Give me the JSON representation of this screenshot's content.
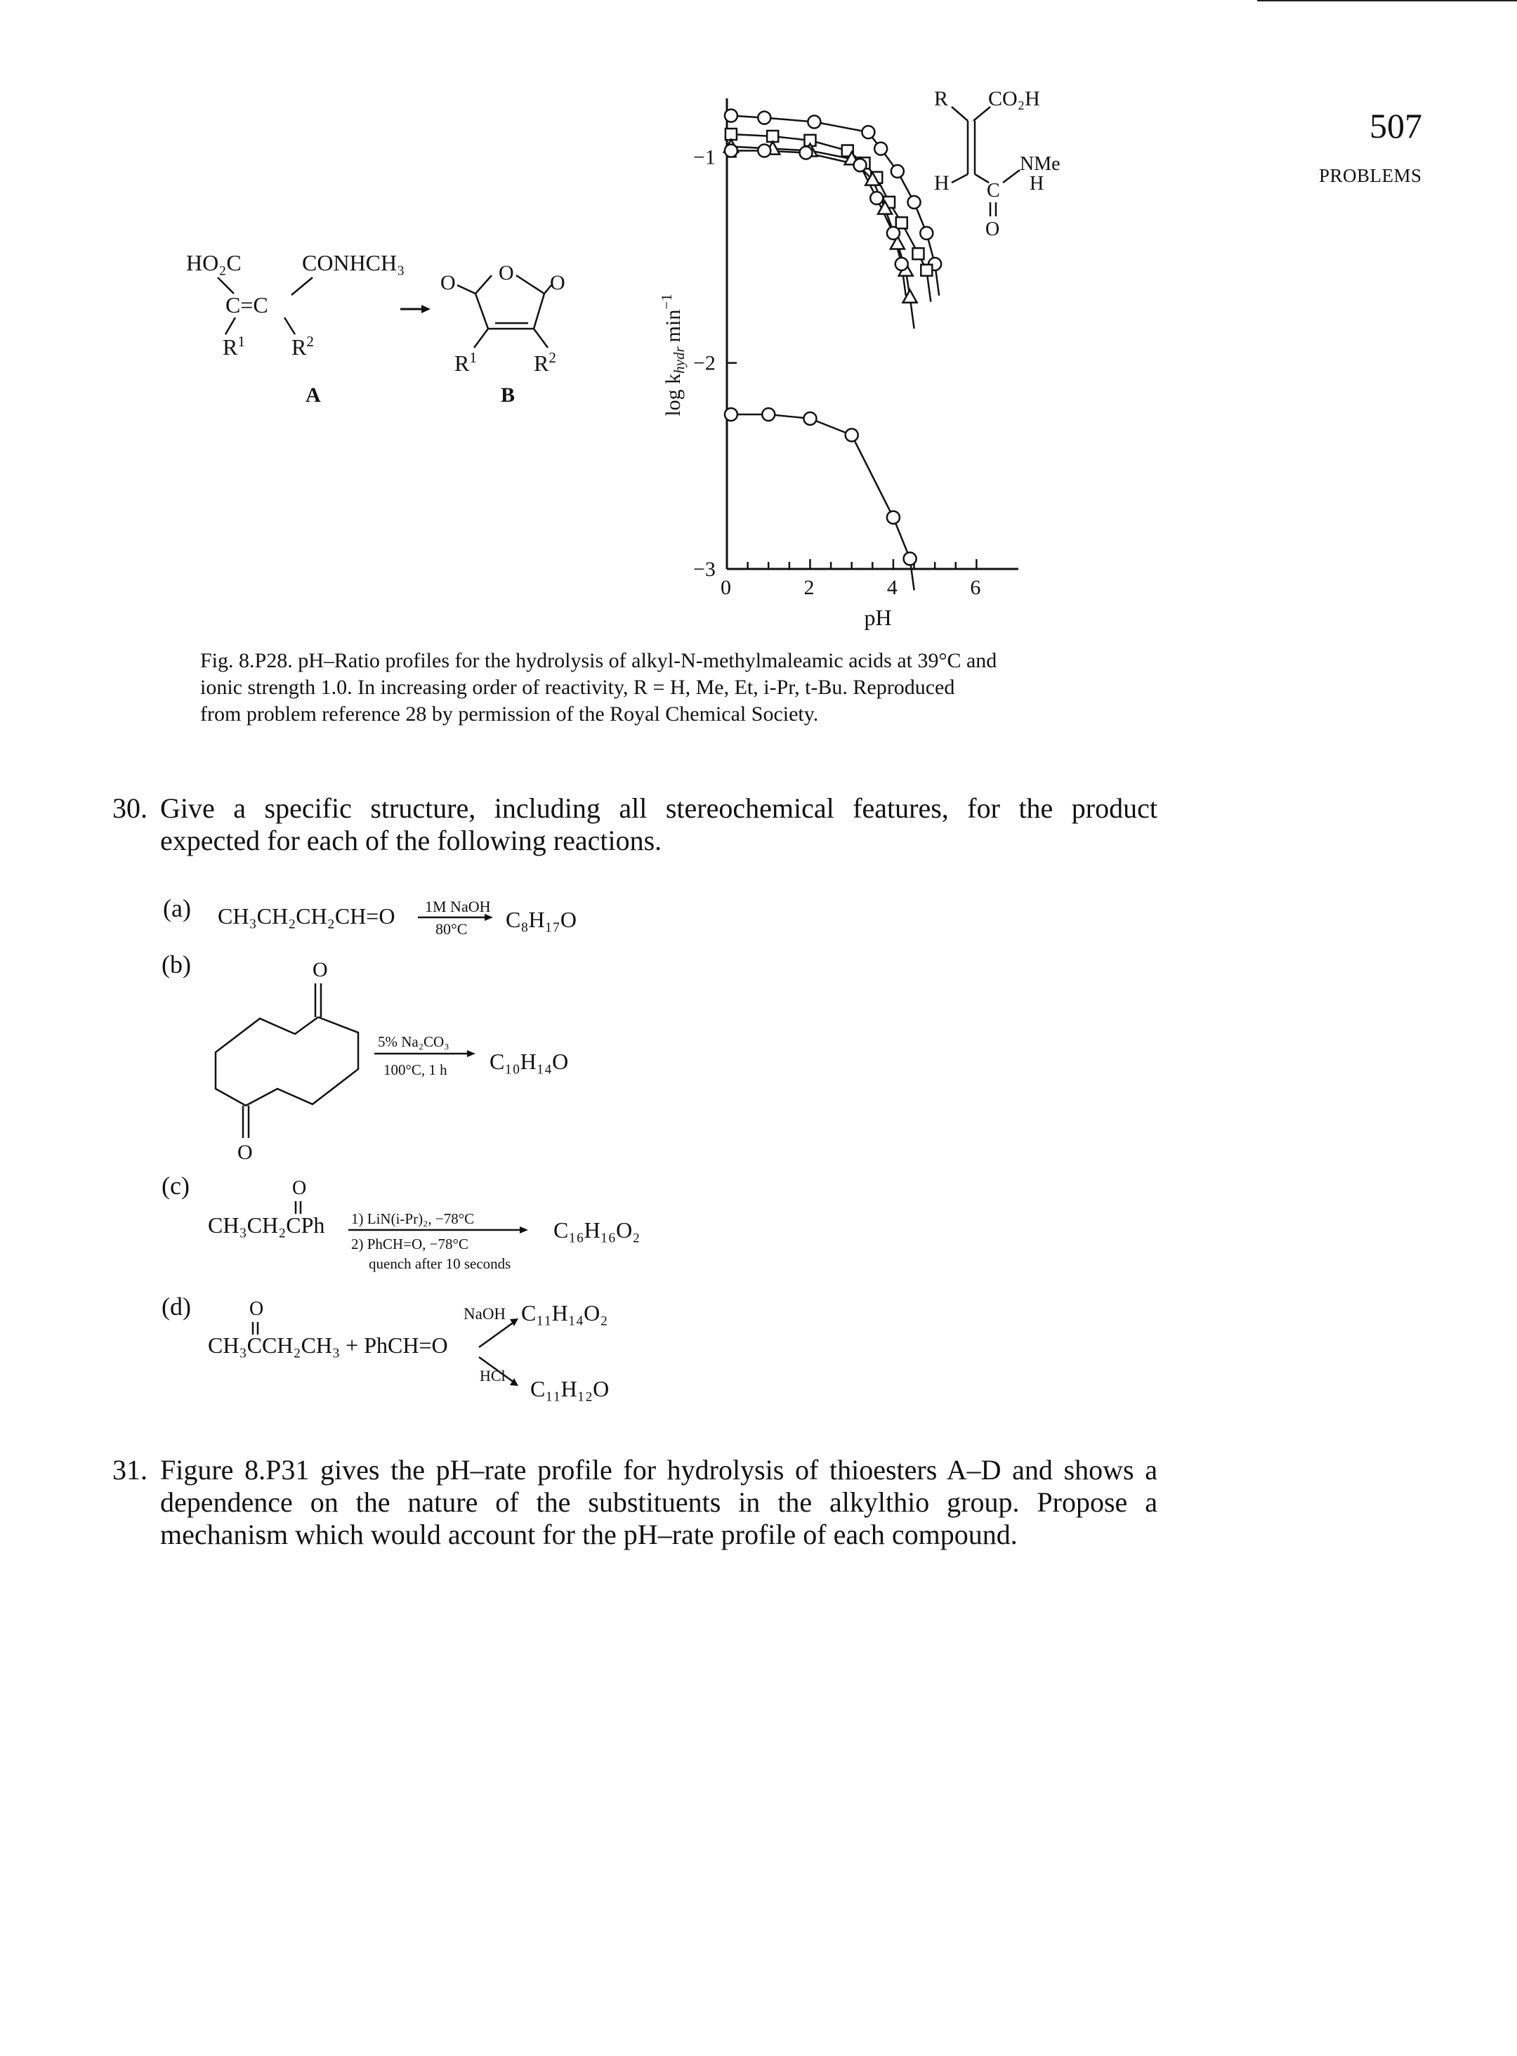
{
  "header": {
    "page_number": "507",
    "running_title": "PROBLEMS"
  },
  "scheme": {
    "a_top_left": "HO₂C",
    "a_top_right": "CONHCH₃",
    "a_center": "C=C",
    "a_r1": "R",
    "a_r1_sup": "1",
    "a_r2": "R",
    "a_r2_sup": "2",
    "a_label": "A",
    "b_o_left": "O",
    "b_o_ring": "O",
    "b_o_right": "O",
    "b_r1": "R",
    "b_r1_sup": "1",
    "b_r2": "R",
    "b_r2_sup": "2",
    "b_label": "B"
  },
  "inset": {
    "r": "R",
    "co2h": "CO₂H",
    "nme": "NMe",
    "h_left": "H",
    "c": "C",
    "h_right": "H",
    "o": "O"
  },
  "chart_data": {
    "type": "scatter",
    "xlabel": "pH",
    "ylabel": "log k",
    "ylabel_sub": "hydr",
    "ylabel_unit": "min",
    "ylabel_unit_sup": "−1",
    "xlim": [
      0,
      6.5
    ],
    "ylim": [
      -3,
      -0.75
    ],
    "x_ticks": [
      "0",
      "2",
      "4",
      "6"
    ],
    "y_ticks": [
      "−1",
      "−2",
      "−3"
    ],
    "series": [
      {
        "marker": "circle",
        "x": [
          0.1,
          0.9,
          2.1,
          3.4,
          3.7,
          4.1,
          4.5,
          4.8,
          5.0
        ],
        "y": [
          -0.8,
          -0.81,
          -0.83,
          -0.88,
          -0.96,
          -1.07,
          -1.22,
          -1.37,
          -1.52
        ]
      },
      {
        "marker": "square",
        "x": [
          0.1,
          1.1,
          2.0,
          2.9,
          3.3,
          3.6,
          3.9,
          4.2,
          4.6,
          4.8
        ],
        "y": [
          -0.89,
          -0.9,
          -0.92,
          -0.97,
          -1.03,
          -1.1,
          -1.22,
          -1.32,
          -1.47,
          -1.55
        ]
      },
      {
        "marker": "triangle",
        "x": [
          0.1,
          1.1,
          2.0,
          3.0,
          3.5,
          3.8,
          4.1,
          4.3,
          4.4
        ],
        "y": [
          -0.95,
          -0.96,
          -0.97,
          -1.01,
          -1.11,
          -1.25,
          -1.42,
          -1.55,
          -1.68
        ]
      },
      {
        "marker": "circle",
        "x": [
          0.1,
          0.9,
          1.9,
          3.2,
          3.6,
          4.0,
          4.2
        ],
        "y": [
          -0.97,
          -0.97,
          -0.98,
          -1.04,
          -1.2,
          -1.37,
          -1.52
        ]
      },
      {
        "marker": "circle",
        "x": [
          0.1,
          1.0,
          2.0,
          3.0,
          4.0,
          4.4
        ],
        "y": [
          -2.25,
          -2.25,
          -2.27,
          -2.35,
          -2.75,
          -2.95
        ]
      }
    ]
  },
  "caption": {
    "line1": "Fig. 8.P28.  pH–Ratio profiles for the hydrolysis of alkyl-N-methylmaleamic acids at 39°C and",
    "line2": "ionic strength 1.0.  In increasing order of reactivity, R = H, Me, Et, i-Pr, t-Bu.  Reproduced",
    "line3": "from problem reference 28 by permission of the Royal Chemical Society."
  },
  "problem30": {
    "number": "30.",
    "line1": "Give a specific structure, including all stereochemical features, for the product",
    "line2": "expected for each of the following reactions."
  },
  "reactions": {
    "a_label": "(a)",
    "a_reactant": "CH₃CH₂CH₂CH=O",
    "a_reagent_top": "1M NaOH",
    "a_reagent_bottom": "80°C",
    "a_product": "C₈H₁₇O",
    "b_label": "(b)",
    "b_o_top": "O",
    "b_o_bottom": "O",
    "b_reagent_top": "5% Na₂CO₃",
    "b_reagent_bottom": "100°C, 1 h",
    "b_product": "C₁₀H₁₄O",
    "c_label": "(c)",
    "c_o": "O",
    "c_reactant": "CH₃CH₂CPh",
    "c_reagent_1": "1) LiN(i-Pr)₂, −78°C",
    "c_reagent_2": "2) PhCH=O, −78°C",
    "c_reagent_3": "quench after 10 seconds",
    "c_product": "C₁₆H₁₆O₂",
    "d_label": "(d)",
    "d_o": "O",
    "d_reactant": "CH₃CCH₂CH₃  +  PhCH=O",
    "d_reagent_top": "NaOH",
    "d_product_top": "C₁₁H₁₄O₂",
    "d_reagent_bottom": "HCl",
    "d_product_bottom": "C₁₁H₁₂O"
  },
  "problem31": {
    "number": "31.",
    "line1": "Figure 8.P31 gives the pH–rate profile for hydrolysis of thioesters A–D and shows a",
    "line2": "dependence on the nature of the substituents in the alkylthio group. Propose a",
    "line3": "mechanism which would account for the pH–rate profile of each compound."
  }
}
